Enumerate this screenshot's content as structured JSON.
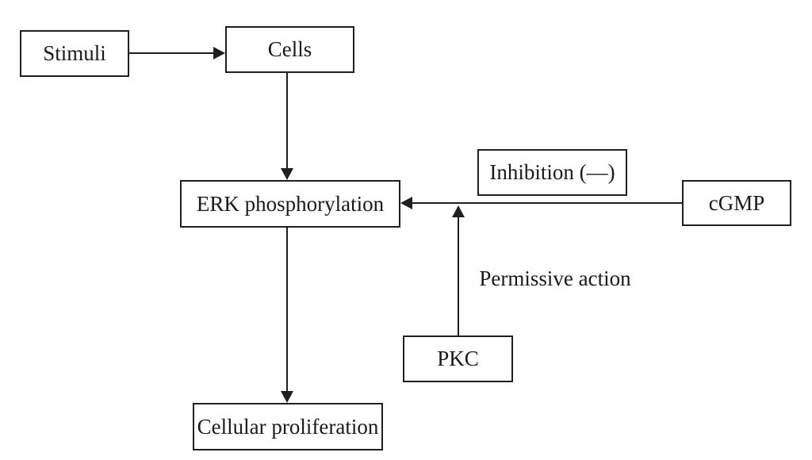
{
  "diagram": {
    "colors": {
      "background": "#ffffff",
      "line": "#1f1f1f",
      "text": "#1a1a1a"
    },
    "nodes": {
      "stimuli": {
        "label": "Stimuli"
      },
      "cells": {
        "label": "Cells"
      },
      "erk": {
        "label": "ERK phosphorylation"
      },
      "inhibition": {
        "label": "Inhibition (—)"
      },
      "cgmp": {
        "label": "cGMP"
      },
      "pkc": {
        "label": "PKC"
      },
      "proliferation": {
        "label": "Cellular proliferation"
      }
    },
    "edge_labels": {
      "permissive": "Permissive action"
    },
    "edges": [
      {
        "from": "stimuli",
        "to": "cells",
        "style": "arrow"
      },
      {
        "from": "cells",
        "to": "erk",
        "style": "arrow"
      },
      {
        "from": "erk",
        "to": "proliferation",
        "style": "arrow"
      },
      {
        "from": "cgmp",
        "to": "erk",
        "style": "arrow",
        "annotation": "Inhibition (—)"
      },
      {
        "from": "pkc",
        "to": "edge:cgmp-erk",
        "style": "arrow",
        "annotation": "Permissive action"
      }
    ]
  }
}
